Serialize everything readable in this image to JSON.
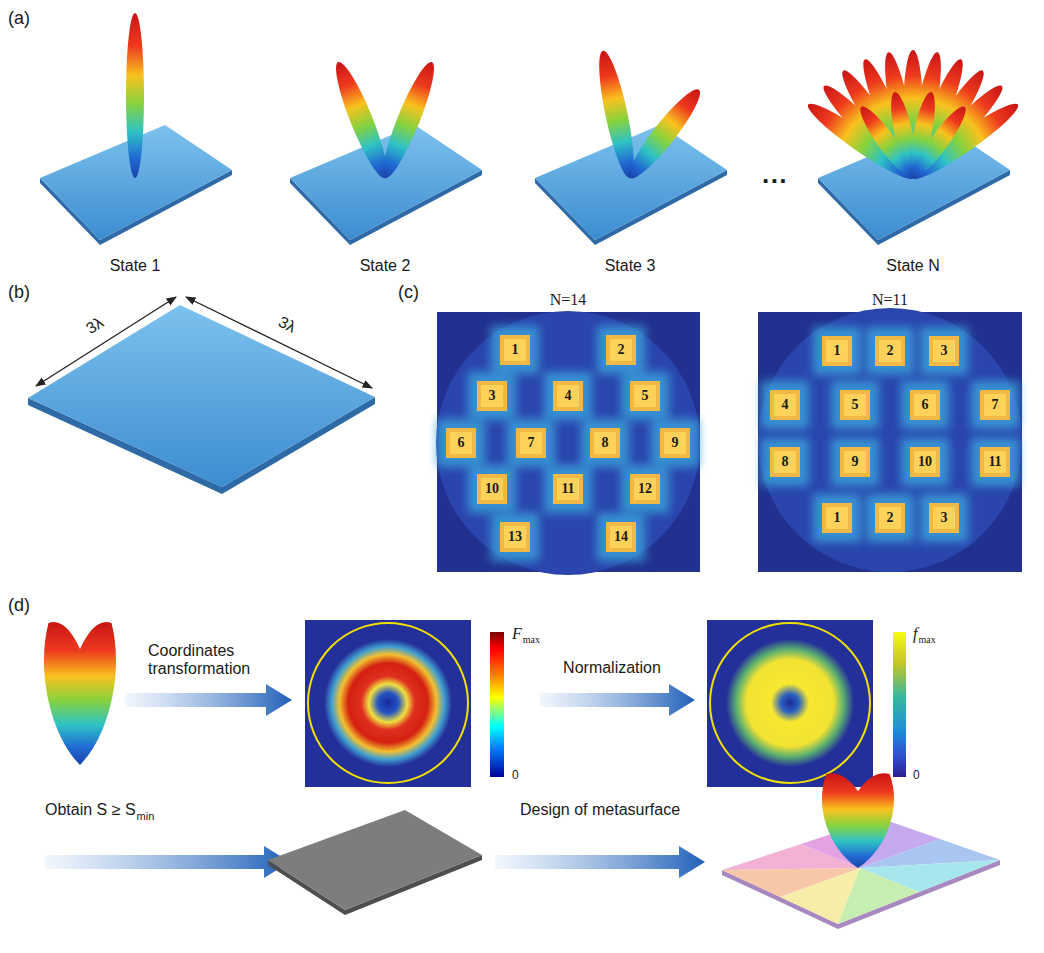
{
  "diagram": {
    "labels": [
      "(a)",
      "State 1",
      "State 2",
      "State 3",
      "···",
      "State N",
      "(b)",
      "3λ",
      "3λ",
      "(c)",
      "N=14",
      "N=11",
      "1",
      "2",
      "3",
      "4",
      "5",
      "6",
      "7",
      "8",
      "9",
      "10",
      "11",
      "12",
      "13",
      "14",
      "1",
      "2",
      "3",
      "4",
      "5",
      "6",
      "7",
      "8",
      "9",
      "10",
      "11",
      "1",
      "2",
      "3",
      "(d)",
      "Coordinates transformation",
      "F",
      "max",
      "0",
      "Normalization",
      "f",
      "max",
      "0",
      "Obtain S ≥ S",
      "min",
      "Design of metasurface"
    ]
  }
}
